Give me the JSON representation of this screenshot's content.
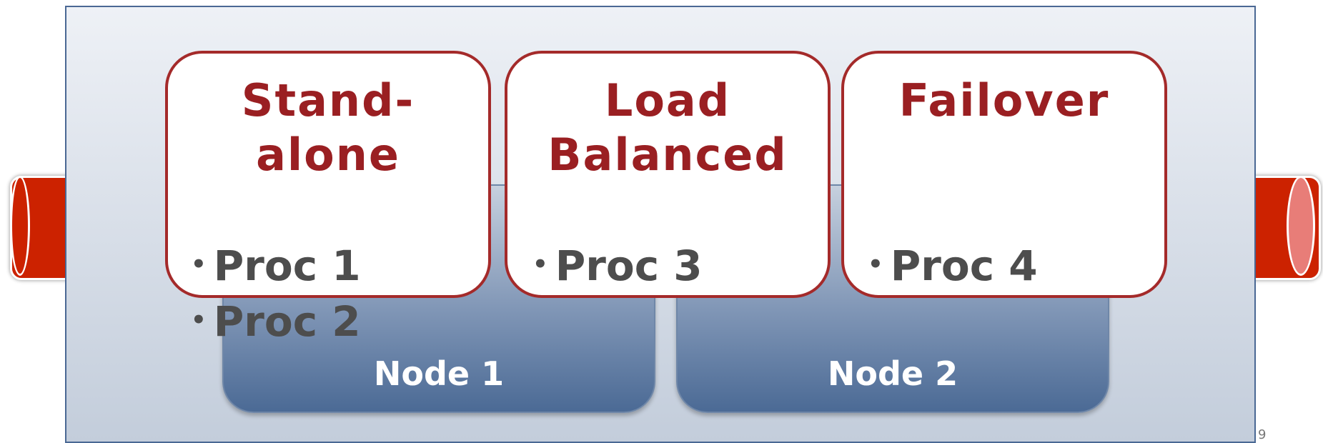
{
  "nodes": [
    {
      "label": "Node 1"
    },
    {
      "label": "Node 2"
    }
  ],
  "modes": [
    {
      "title_line1": "Stand-",
      "title_line2": "alone",
      "procs": [
        "Proc 1",
        "Proc 2"
      ]
    },
    {
      "title_line1": "Load",
      "title_line2": "Balanced",
      "procs": [
        "Proc 3"
      ]
    },
    {
      "title_line1": "Failover",
      "title_line2": "",
      "procs": [
        "Proc 4"
      ]
    }
  ],
  "bullet_glyph": "•",
  "page_number": "9",
  "colors": {
    "pipe": "#cc2200",
    "title": "#9a1f22",
    "card_border": "#a42a2a",
    "node_fill": "#4b6a95",
    "proc_text": "#4d4d4d"
  }
}
